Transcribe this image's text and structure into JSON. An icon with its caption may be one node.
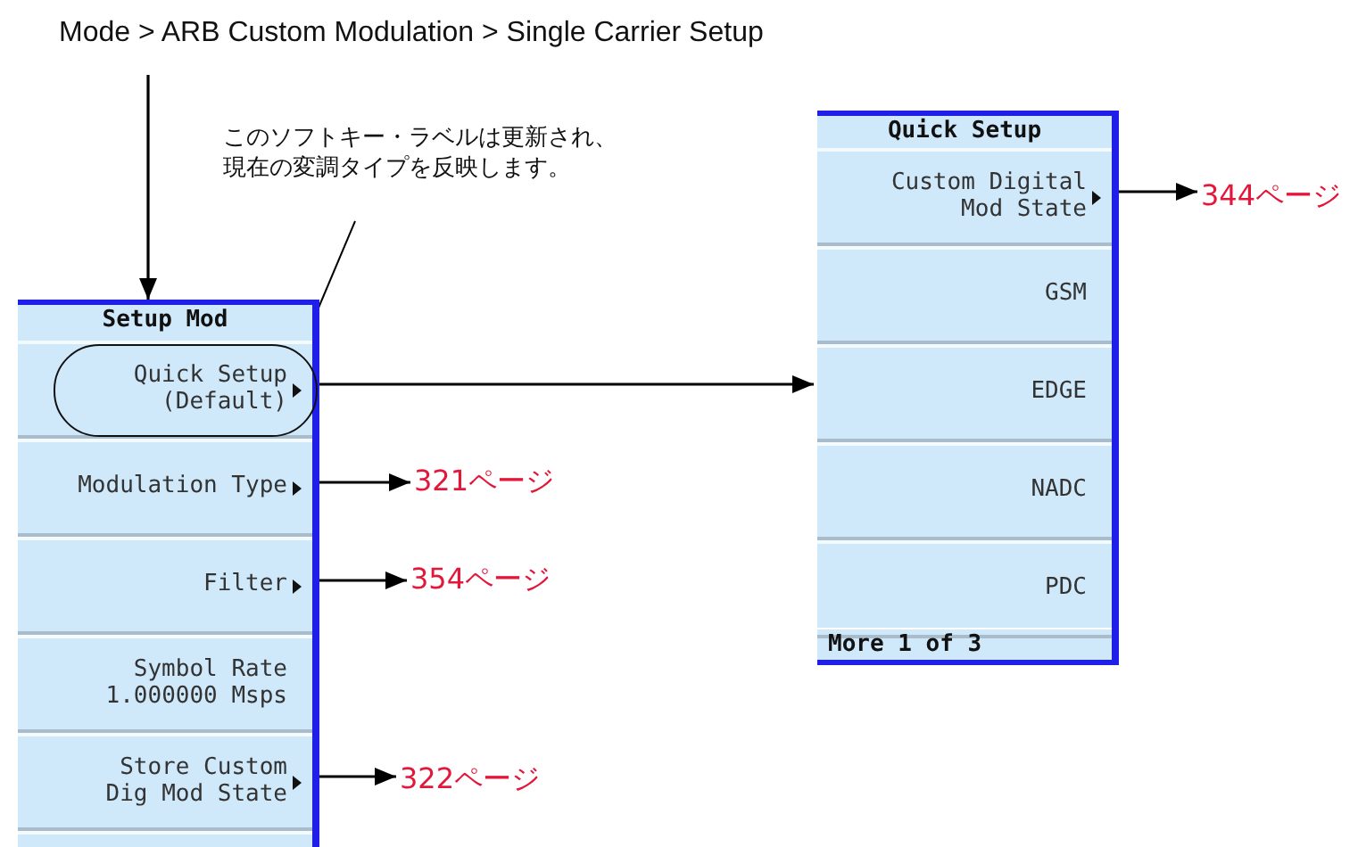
{
  "diagram": {
    "nodes": [
      {
        "text": [
          "Mode > ARB Custom Modulation > Single Carrier Setup"
        ]
      },
      {
        "text": [
          "Setup Mod"
        ]
      },
      {
        "text": [
          "Quick Setup (Default)"
        ],
        "in": 1
      },
      {
        "text": [
          "Modulation Type"
        ],
        "in": 1
      },
      {
        "text": [
          "Filter"
        ],
        "in": 1
      },
      {
        "text": [
          "Symbol Rate 1.000000 Msps"
        ],
        "in": 1
      },
      {
        "text": [
          "Store Custom Dig Mod State"
        ],
        "in": 1
      },
      {
        "text": [],
        "shape": "box",
        "in": 1
      },
      {
        "text": [
          "このソフトキー・ラベルは更新され、現在の変調タイプを反映します。"
        ]
      },
      {
        "text": [
          "Quick Setup",
          "More 1 of 3"
        ]
      },
      {
        "text": [
          "Custom Digital Mod State"
        ],
        "in": 9
      },
      {
        "text": [
          "GSM"
        ],
        "in": 9
      },
      {
        "text": [
          "EDGE"
        ],
        "in": 9
      },
      {
        "text": [
          "NADC"
        ],
        "in": 9
      },
      {
        "text": [
          "PDC"
        ],
        "in": 9
      },
      {
        "text": [
          "321ページ"
        ]
      },
      {
        "text": [
          "354ページ"
        ]
      },
      {
        "text": [
          "322ページ"
        ]
      },
      {
        "text": [
          "344ページ"
        ]
      }
    ],
    "edges": [
      {
        "from": 0,
        "to": 1,
        "arrow": "to"
      },
      {
        "from": 8,
        "to": 2,
        "arrow": "none"
      },
      {
        "from": 2,
        "to": 9,
        "arrow": "to"
      },
      {
        "from": 3,
        "to": 15,
        "arrow": "to"
      },
      {
        "from": 4,
        "to": 16,
        "arrow": "to"
      },
      {
        "from": 6,
        "to": 17,
        "arrow": "to"
      },
      {
        "from": 10,
        "to": 18,
        "arrow": "to"
      }
    ]
  }
}
